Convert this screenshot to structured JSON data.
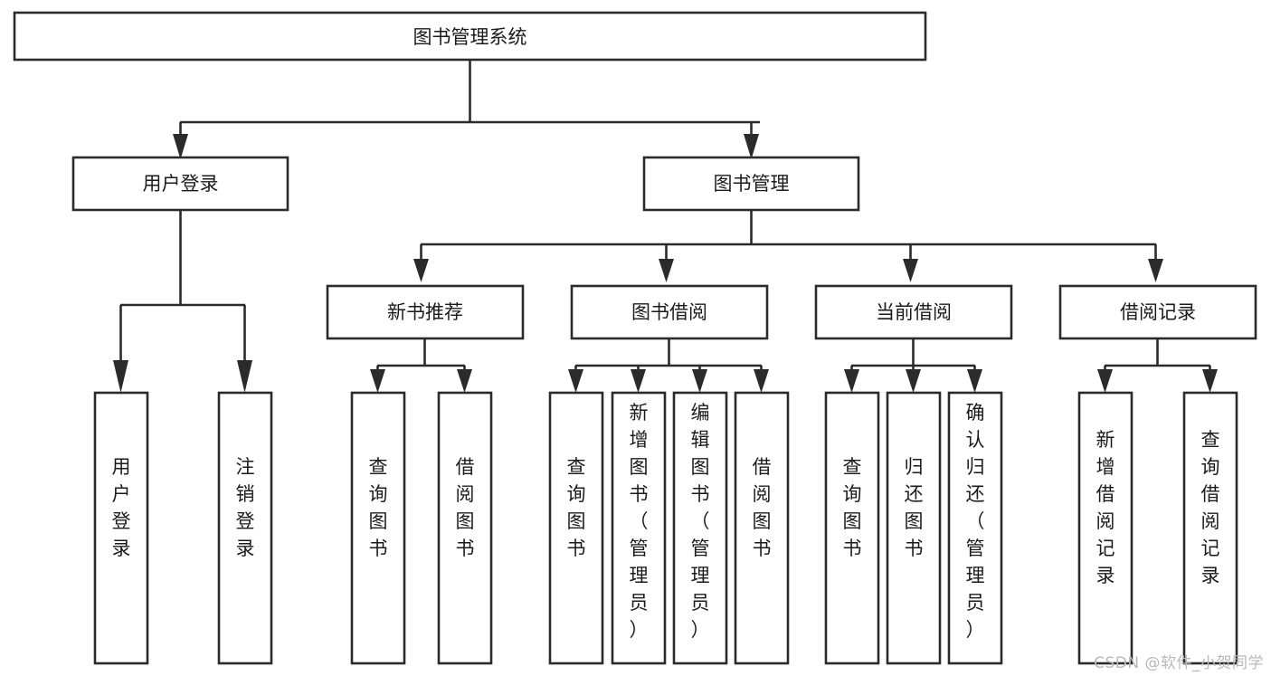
{
  "diagram": {
    "type": "tree",
    "title": "图书管理系统",
    "orientation": "top-down",
    "colors": {
      "background": "#ffffff",
      "box_fill": "#ffffff",
      "box_stroke": "#2b2b2b",
      "text": "#1b1b1b",
      "watermark": "#b9b9b9"
    },
    "root": {
      "id": "root",
      "label": "图书管理系统",
      "orientation": "horizontal"
    },
    "level2": [
      {
        "id": "user-login",
        "label": "用户登录",
        "orientation": "horizontal"
      },
      {
        "id": "book-manage",
        "label": "图书管理",
        "orientation": "horizontal"
      }
    ],
    "level3": [
      {
        "id": "new-book-recommend",
        "label": "新书推荐",
        "orientation": "horizontal",
        "parent": "book-manage"
      },
      {
        "id": "book-borrow",
        "label": "图书借阅",
        "orientation": "horizontal",
        "parent": "book-manage"
      },
      {
        "id": "current-borrow",
        "label": "当前借阅",
        "orientation": "horizontal",
        "parent": "book-manage"
      },
      {
        "id": "borrow-record",
        "label": "借阅记录",
        "orientation": "horizontal",
        "parent": "book-manage"
      }
    ],
    "leaves": [
      {
        "id": "leaf-user-login",
        "label": "用户登录",
        "orientation": "vertical",
        "parent": "user-login"
      },
      {
        "id": "leaf-user-logout",
        "label": "注销登录",
        "orientation": "vertical",
        "parent": "user-login"
      },
      {
        "id": "leaf-query-book-1",
        "label": "查询图书",
        "orientation": "vertical",
        "parent": "new-book-recommend"
      },
      {
        "id": "leaf-borrow-book-1",
        "label": "借阅图书",
        "orientation": "vertical",
        "parent": "new-book-recommend"
      },
      {
        "id": "leaf-query-book-2",
        "label": "查询图书",
        "orientation": "vertical",
        "parent": "book-borrow"
      },
      {
        "id": "leaf-add-book",
        "label": "新增图书（管理员）",
        "orientation": "vertical",
        "parent": "book-borrow"
      },
      {
        "id": "leaf-edit-book",
        "label": "编辑图书（管理员）",
        "orientation": "vertical",
        "parent": "book-borrow"
      },
      {
        "id": "leaf-borrow-book-2",
        "label": "借阅图书",
        "orientation": "vertical",
        "parent": "book-borrow"
      },
      {
        "id": "leaf-query-book-3",
        "label": "查询图书",
        "orientation": "vertical",
        "parent": "current-borrow"
      },
      {
        "id": "leaf-return-book",
        "label": "归还图书",
        "orientation": "vertical",
        "parent": "current-borrow"
      },
      {
        "id": "leaf-confirm-return",
        "label": "确认归还（管理员）",
        "orientation": "vertical",
        "parent": "current-borrow"
      },
      {
        "id": "leaf-add-record",
        "label": "新增借阅记录",
        "orientation": "vertical",
        "parent": "borrow-record"
      },
      {
        "id": "leaf-query-record",
        "label": "查询借阅记录",
        "orientation": "vertical",
        "parent": "borrow-record"
      }
    ],
    "watermark": "CSDN @软件_小贺同学"
  }
}
